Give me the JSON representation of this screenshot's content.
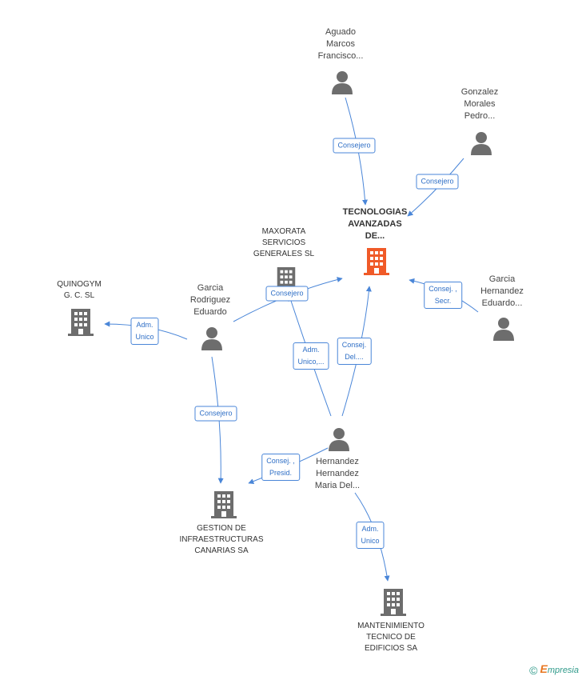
{
  "main_company": {
    "lines": [
      "TECNOLOGIAS",
      "AVANZADAS",
      "DE..."
    ],
    "color": "#f05a28"
  },
  "companies": {
    "maxorata": {
      "lines": [
        "MAXORATA",
        "SERVICIOS",
        "GENERALES  SL"
      ]
    },
    "quinogym": {
      "lines": [
        "QUINOGYM",
        "G.  C. SL"
      ]
    },
    "gestion": {
      "lines": [
        "GESTION DE",
        "INFRAESTRUCTURAS",
        "CANARIAS SA"
      ]
    },
    "mantenimiento": {
      "lines": [
        "MANTENIMIENTO",
        "TECNICO DE",
        "EDIFICIOS SA"
      ]
    }
  },
  "persons": {
    "aguado": {
      "lines": [
        "Aguado",
        "Marcos",
        "Francisco..."
      ]
    },
    "gonzalez": {
      "lines": [
        "Gonzalez",
        "Morales",
        "Pedro..."
      ]
    },
    "garcia_hernandez": {
      "lines": [
        "Garcia",
        "Hernandez",
        "Eduardo..."
      ]
    },
    "garcia_rodriguez": {
      "lines": [
        "Garcia",
        "Rodriguez",
        "Eduardo"
      ]
    },
    "hernandez": {
      "lines": [
        "Hernandez",
        "Hernandez",
        "Maria Del..."
      ]
    }
  },
  "edges": {
    "aguado_consejero": {
      "lines": [
        "Consejero"
      ]
    },
    "gonzalez_consejero": {
      "lines": [
        "Consejero"
      ]
    },
    "garcia_h_consej": {
      "lines": [
        "Consej. ,",
        "Secr."
      ]
    },
    "garcia_r_consejero_main": {
      "lines": [
        "Consejero"
      ]
    },
    "garcia_r_adm_quinogym": {
      "lines": [
        "Adm.",
        "Unico"
      ]
    },
    "garcia_r_consejero_gestion": {
      "lines": [
        "Consejero"
      ]
    },
    "hernandez_adm_maxorata": {
      "lines": [
        "Adm.",
        "Unico,..."
      ]
    },
    "hernandez_consej_main": {
      "lines": [
        "Consej.",
        "Del...."
      ]
    },
    "hernandez_consej_gestion": {
      "lines": [
        "Consej. ,",
        "Presid."
      ]
    },
    "hernandez_adm_mant": {
      "lines": [
        "Adm.",
        "Unico"
      ]
    }
  },
  "colors": {
    "person": "#6d6d6d",
    "company": "#6d6d6d",
    "edge": "#4a86d8"
  },
  "footer": {
    "copyright": "©",
    "brand_e": "E",
    "brand_rest": "mpresia"
  }
}
